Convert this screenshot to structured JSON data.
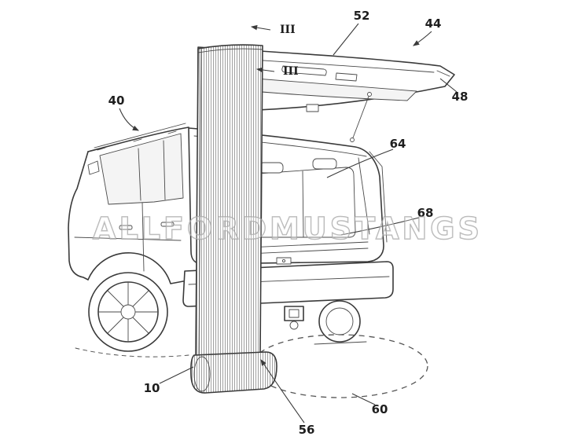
{
  "figure": {
    "watermark": "ALLFORDMUSTANGS",
    "ink_color": "#3a3a3a",
    "watermark_color": "#9e9e9e",
    "section_markers": [
      {
        "text": "III"
      },
      {
        "text": "III"
      }
    ],
    "labels": [
      {
        "id": "40",
        "text": "40"
      },
      {
        "id": "52",
        "text": "52"
      },
      {
        "id": "44",
        "text": "44"
      },
      {
        "id": "48",
        "text": "48"
      },
      {
        "id": "64",
        "text": "64"
      },
      {
        "id": "68",
        "text": "68"
      },
      {
        "id": "10",
        "text": "10"
      },
      {
        "id": "56",
        "text": "56"
      },
      {
        "id": "60",
        "text": "60"
      }
    ]
  }
}
